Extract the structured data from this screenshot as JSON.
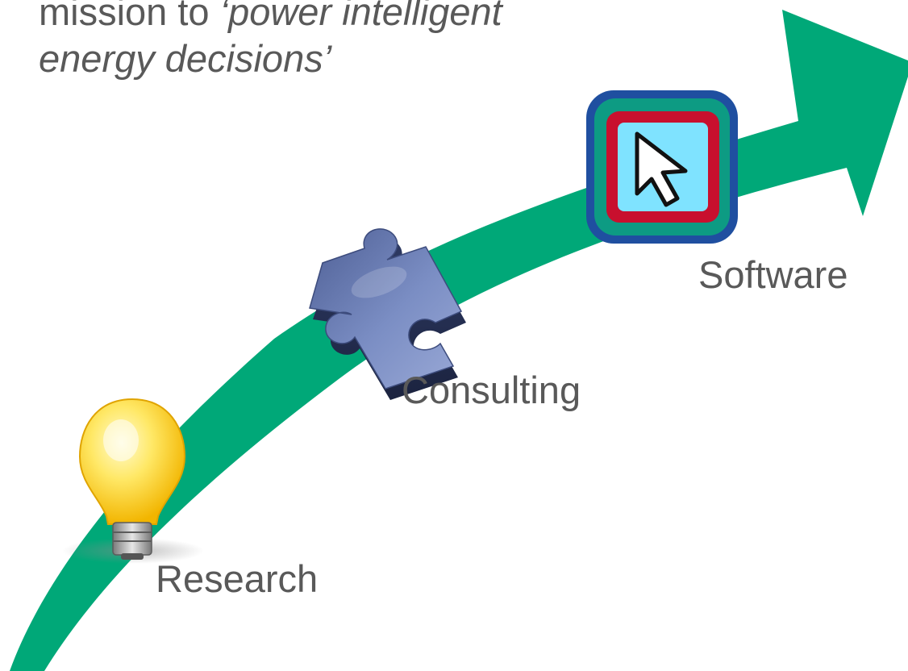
{
  "heading": {
    "line1_plain": "mission to ",
    "line1_emphasis": "‘power intelligent",
    "line2_emphasis": "energy decisions’"
  },
  "stages": [
    {
      "label": "Research",
      "icon": "lightbulb-icon"
    },
    {
      "label": "Consulting",
      "icon": "puzzle-piece-icon"
    },
    {
      "label": "Software",
      "icon": "cursor-icon"
    }
  ],
  "colors": {
    "arrow": "#00a878",
    "text": "#595959",
    "bulb": "#ffd21f",
    "puzzle": "#6c7fb0",
    "software_frame_outer": "#1f4fa0",
    "software_frame_mid": "#0d9b83",
    "software_frame_red": "#c8102e",
    "software_screen": "#7fe3ff"
  }
}
